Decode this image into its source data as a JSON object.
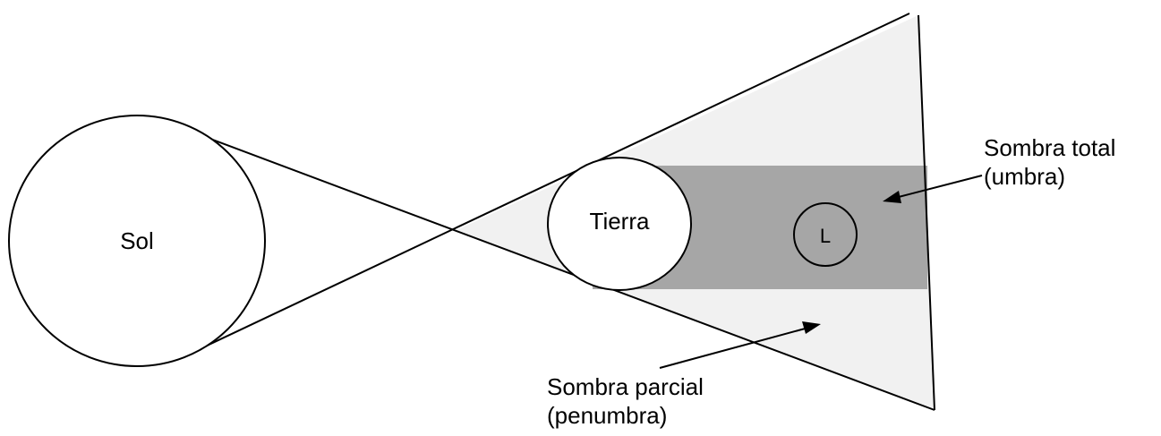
{
  "bodies": {
    "sun": "Sol",
    "earth": "Tierra",
    "moon": "L"
  },
  "labels": {
    "umbra": {
      "line1": "Sombra total",
      "line2": "(umbra)"
    },
    "penumbra": {
      "line1": "Sombra parcial",
      "line2": "(penumbra)"
    }
  },
  "colors": {
    "penumbra_fill": "#f1f1f1",
    "umbra_fill": "#a6a6a6",
    "stroke": "#000000",
    "body_fill": "#ffffff"
  }
}
